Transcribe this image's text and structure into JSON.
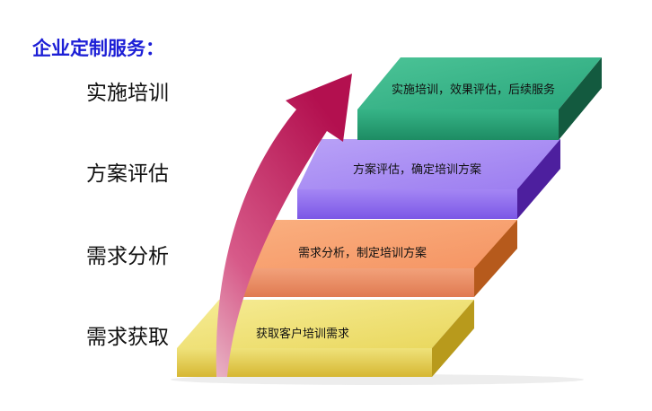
{
  "title": "企业定制服务：",
  "stages": [
    {
      "label": "实施培训",
      "description": "实施培训，效果评估，后续服务"
    },
    {
      "label": "方案评估",
      "description": "方案评估，确定培训方案"
    },
    {
      "label": "需求分析",
      "description": "需求分析，制定培训方案"
    },
    {
      "label": "需求获取",
      "description": "获取客户培训需求"
    }
  ],
  "colors": {
    "title": "#1d1fd6",
    "step1": "#e9d75c",
    "step2": "#f59463",
    "step3": "#9b7cf0",
    "step4": "#2aa67c",
    "arrow": "#c81a5e"
  }
}
